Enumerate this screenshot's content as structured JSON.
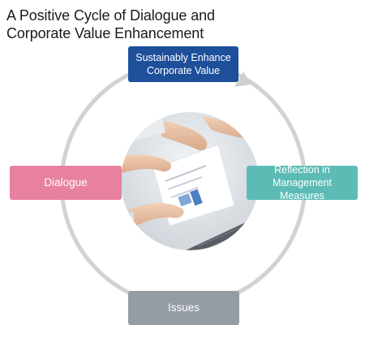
{
  "title": {
    "line1": "A Positive Cycle of Dialogue and",
    "line2": "Corporate Value Enhancement"
  },
  "nodes": {
    "top": {
      "line1": "Sustainably Enhance",
      "line2": "Corporate Value",
      "color": "#1d4f9b"
    },
    "right": {
      "line1": "Reflection in",
      "line2": "Management Measures",
      "color": "#5cbcb5"
    },
    "bottom": {
      "label": "Issues",
      "color": "#949ca4"
    },
    "left": {
      "label": "Dialogue",
      "color": "#e8819e"
    }
  },
  "cycle": {
    "direction": "clockwise",
    "ring_color": "#cccccc"
  },
  "photo": {
    "subject": "hands-reviewing-documents-at-laptop"
  }
}
